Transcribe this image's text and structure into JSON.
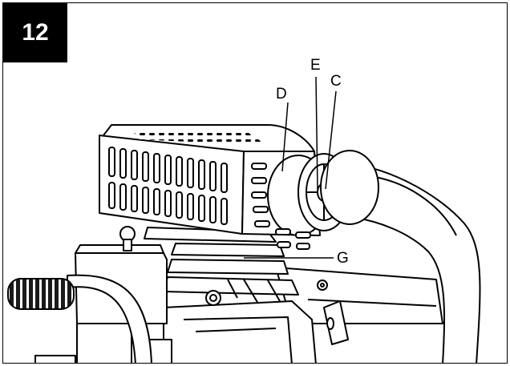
{
  "step": {
    "number": "12"
  },
  "callouts": {
    "c": "C",
    "d": "D",
    "e": "E",
    "g": "G"
  },
  "colors": {
    "ink": "#000000",
    "paper": "#ffffff",
    "grip": "#1a1a1a"
  }
}
